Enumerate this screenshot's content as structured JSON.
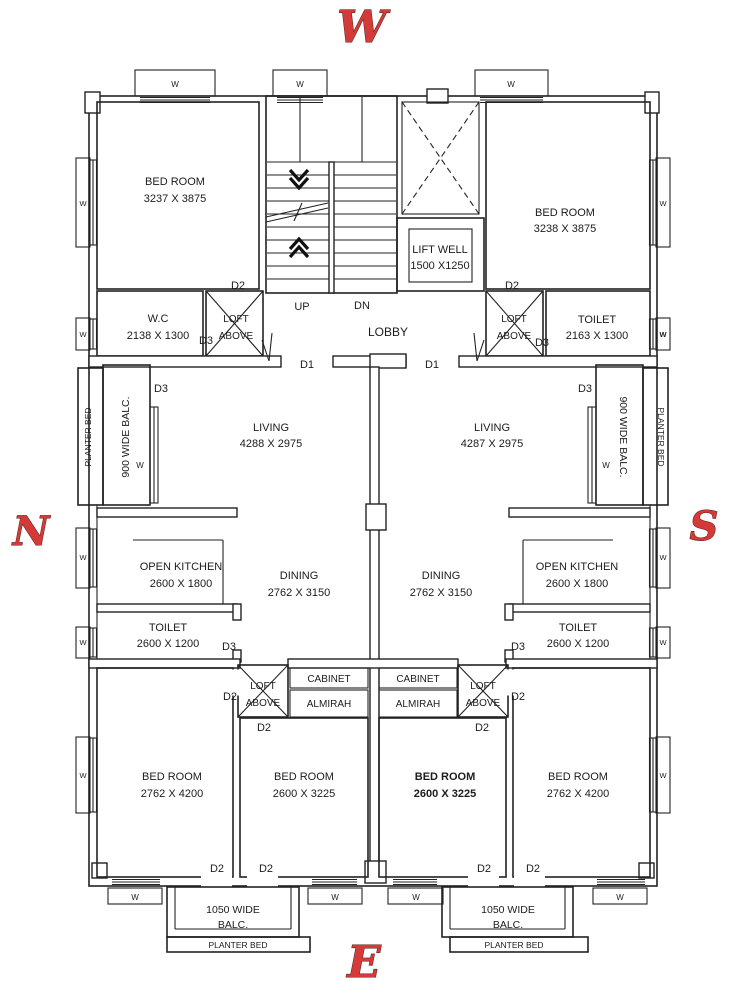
{
  "compass": {
    "west": "W",
    "north": "N",
    "south": "S",
    "east": "E"
  },
  "labels": {
    "window": "W",
    "d1": "D1",
    "d2": "D2",
    "d3": "D3",
    "up": "UP",
    "dn": "DN",
    "lobby": "LOBBY",
    "loft_line1": "LOFT",
    "loft_line2": "ABOVE",
    "cabinet": "CABINET",
    "almirah": "ALMIRAH",
    "planter_bed": "PLANTER BED",
    "balc_900": "900 WIDE BALC.",
    "balc_1050_line1": "1050 WIDE",
    "balc_1050_line2": "BALC."
  },
  "rooms": {
    "bedroom_top_left": {
      "name": "BED ROOM",
      "dims": "3237 X 3875"
    },
    "bedroom_top_right": {
      "name": "BED ROOM",
      "dims": "3238 X 3875"
    },
    "wc": {
      "name": "W.C",
      "dims": "2138 X 1300"
    },
    "toilet_top_right": {
      "name": "TOILET",
      "dims": "2163 X 1300"
    },
    "lift_well": {
      "name": "LIFT WELL",
      "dims": "1500 X1250"
    },
    "living_left": {
      "name": "LIVING",
      "dims": "4288 X 2975"
    },
    "living_right": {
      "name": "LIVING",
      "dims": "4287 X 2975"
    },
    "open_kitchen_left": {
      "name": "OPEN KITCHEN",
      "dims": "2600 X 1800"
    },
    "open_kitchen_right": {
      "name": "OPEN KITCHEN",
      "dims": "2600 X 1800"
    },
    "dining_left": {
      "name": "DINING",
      "dims": "2762 X 3150"
    },
    "dining_right": {
      "name": "DINING",
      "dims": "2762 X 3150"
    },
    "toilet_mid_left": {
      "name": "TOILET",
      "dims": "2600 X 1200"
    },
    "toilet_mid_right": {
      "name": "TOILET",
      "dims": "2600 X 1200"
    },
    "bedroom_bottom_left_outer": {
      "name": "BED ROOM",
      "dims": "2762 X 4200"
    },
    "bedroom_bottom_left_inner": {
      "name": "BED ROOM",
      "dims": "2600 X 3225"
    },
    "bedroom_bottom_right_inner": {
      "name": "BED ROOM",
      "dims": "2600 X 3225"
    },
    "bedroom_bottom_right_outer": {
      "name": "BED ROOM",
      "dims": "2762 X 4200"
    }
  },
  "colors": {
    "line": "#222222",
    "compass_red": "#d43a38",
    "background": "#ffffff"
  }
}
